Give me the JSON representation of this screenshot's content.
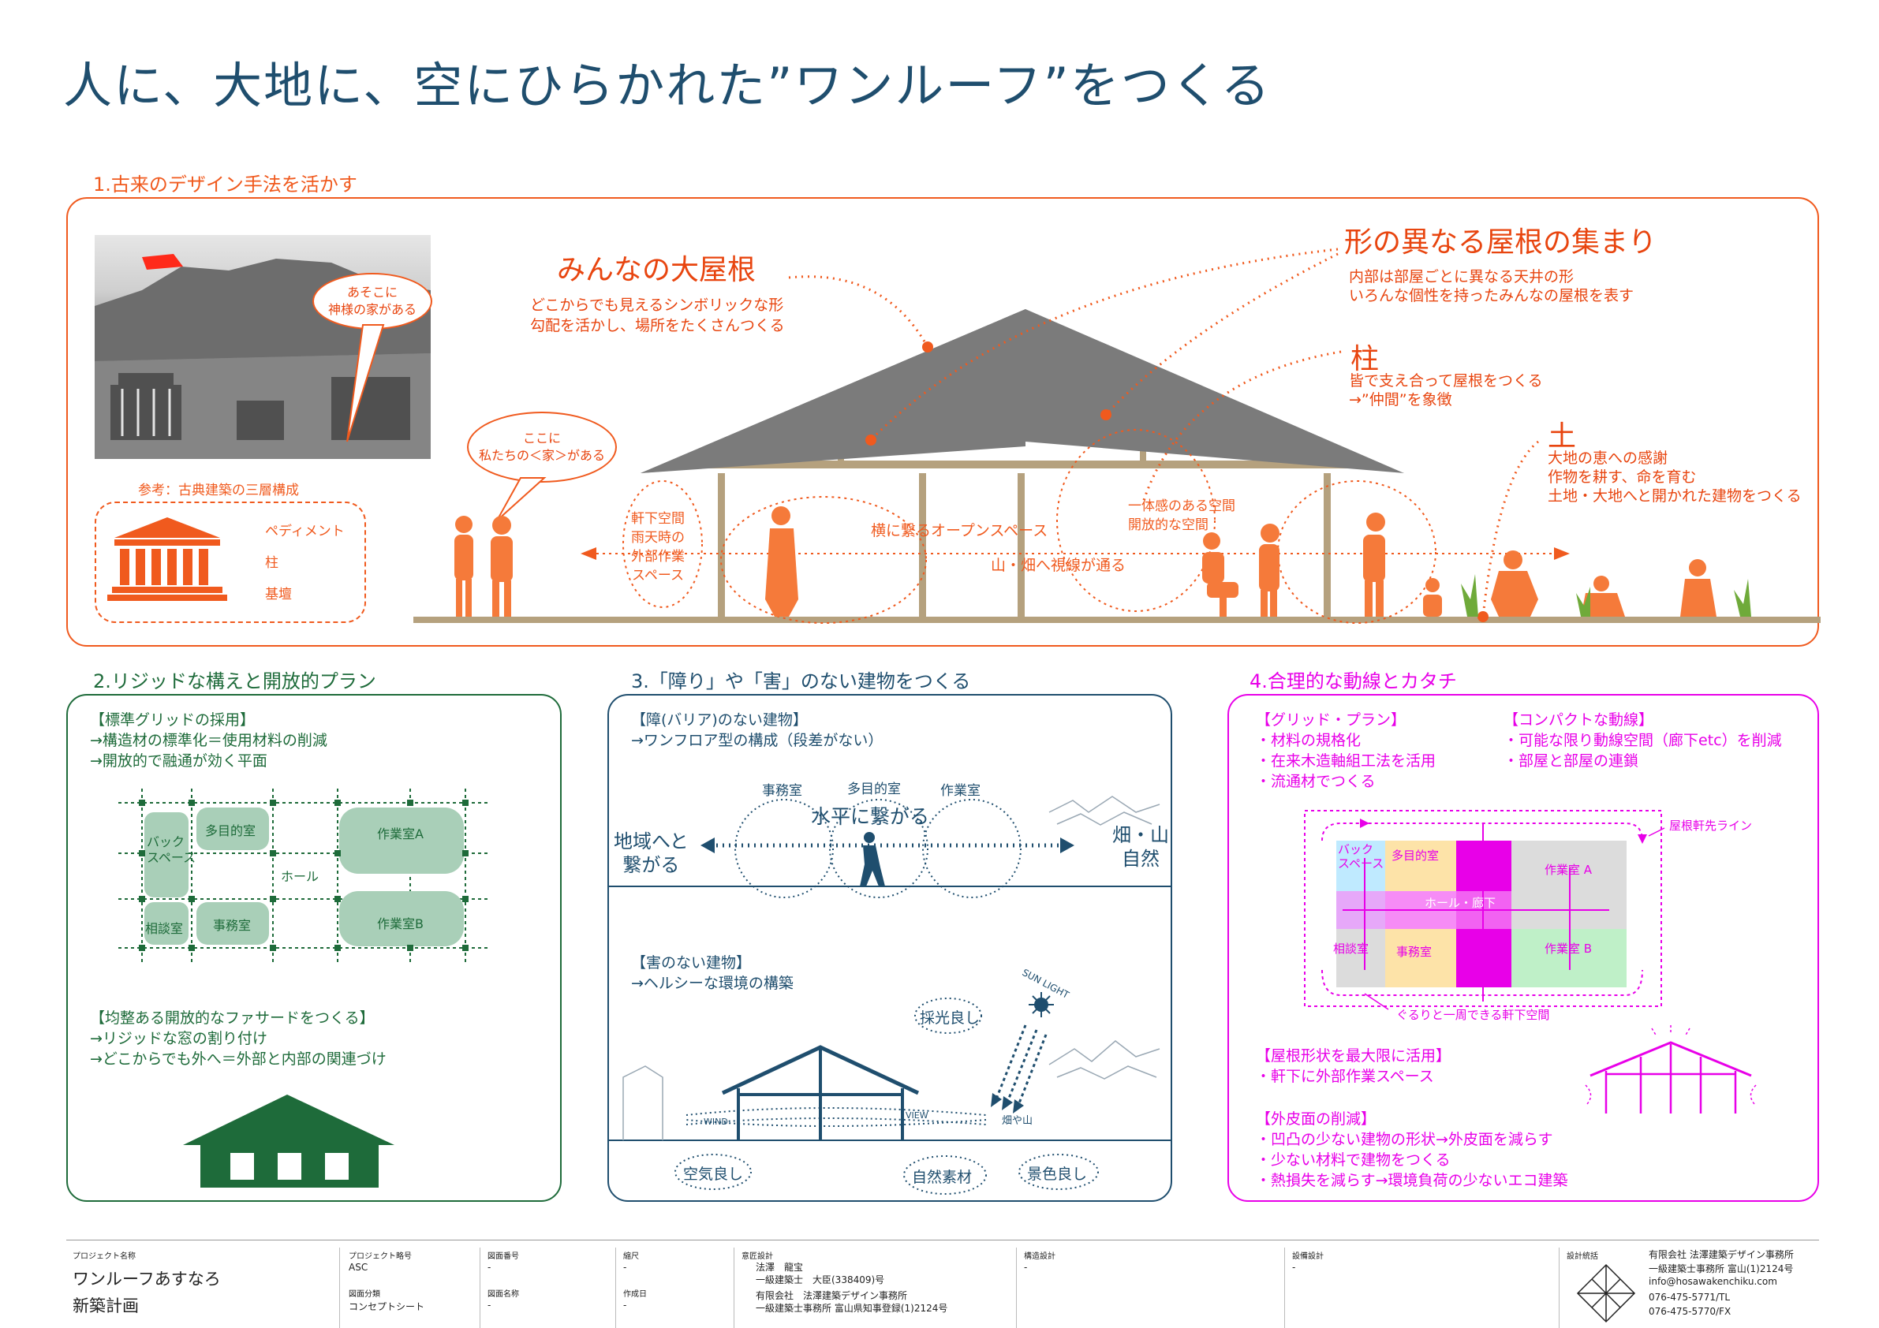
{
  "title": "人に、大地に、空にひらかれた”ワンルーフ”をつくる",
  "sec1": {
    "heading": "1.古来のデザイン手法を活かす",
    "bubble_kami": "あそこに\n神様の家がある",
    "bubble_ie": "ここに\n私たちの＜家＞がある",
    "sankou": "参考：古典建築の三層構成",
    "pediment": "ペディメント",
    "hashira": "柱",
    "kidan": "基壇",
    "oyane_title": "みんなの大屋根",
    "oyane_l1": "どこからでも見えるシンボリックな形",
    "oyane_l2": "勾配を活かし、場所をたくさんつくる",
    "yane_title": "形の異なる屋根の集まり",
    "yane_l1": "内部は部屋ごとに異なる天井の形",
    "yane_l2": "いろんな個性を持ったみんなの屋根を表す",
    "hashira_title": "柱",
    "hashira_l1": "皆で支え合って屋根をつくる",
    "hashira_l2": "→”仲間”を象徴",
    "tsuchi_title": "土",
    "tsuchi_l1": "大地の恵への感謝",
    "tsuchi_l2": "作物を耕す、命を育む",
    "tsuchi_l3": "土地・大地へと開かれた建物をつくる",
    "nokishita": "軒下空間\n雨天時の\n外部作業\nスペース",
    "yoko": "横に繋るオープンスペース",
    "yama": "山・畑へ視線が通る",
    "ittai": "一体感のある空間\n開放的な空間"
  },
  "sec2": {
    "heading": "2.リジッドな構えと開放的プラン",
    "h1": "【標準グリッドの採用】",
    "l1": "→構造材の標準化＝使用材料の削減",
    "l2": "→開放的で融通が効く平面",
    "rooms": {
      "back": "バック\nスペース",
      "tamoku": "多目的室",
      "hall": "ホール",
      "sagyoA": "作業室A",
      "sagyoB": "作業室B",
      "soudan": "相談室",
      "jimu": "事務室"
    },
    "h2": "【均整ある開放的なファサードをつくる】",
    "l3": "→リジッドな窓の割り付け",
    "l4": "→どこからでも外へ＝外部と内部の関連づけ"
  },
  "sec3": {
    "heading": "3.「障り」や「害」のない建物をつくる",
    "h1": "【障(バリア)のない建物】",
    "l1": "→ワンフロア型の構成（段差がない）",
    "jimu": "事務室",
    "tamoku": "多目的室",
    "sagyo": "作業室",
    "suihei": "水平に繋がる",
    "chiiki": "地域へと\n繋がる",
    "hata": "畑・山\n自然",
    "h2": "【害のない建物】",
    "l2": "→ヘルシーな環境の構築",
    "saikou": "採光良し",
    "sunlight": "SUN LIGHT",
    "wind": "WIND",
    "view": "VIEW",
    "hatayama": "畑や山",
    "kuuki": "空気良し",
    "shizen": "自然素材",
    "keshiki": "景色良し"
  },
  "sec4": {
    "heading": "4.合理的な動線とカタチ",
    "h1": "【グリッド・プラン】",
    "g1": "・材料の規格化",
    "g2": "・在来木造軸組工法を活用",
    "g3": "・流通材でつくる",
    "h2": "【コンパクトな動線】",
    "c1": "・可能な限り動線空間（廊下etc）を削減",
    "c2": "・部屋と部屋の連鎖",
    "noki_line": "屋根軒先ライン",
    "rooms": {
      "back": "バック\nスペース",
      "tamoku": "多目的室",
      "hall": "ホール・廊下",
      "sagyoA": "作業室 A",
      "sagyoB": "作業室 B",
      "soudan": "相談室",
      "jimu": "事務室"
    },
    "guruguru": "ぐるりと一周できる軒下空間",
    "h3": "【屋根形状を最大限に活用】",
    "y1": "・軒下に外部作業スペース",
    "h4": "【外皮面の削減】",
    "s1": "・凹凸の少ない建物の形状→外皮面を減らす",
    "s2": "・少ない材料で建物をつくる",
    "s3": "・熱損失を減らす→環境負荷の少ないエコ建築"
  },
  "footer": {
    "proj_name_lbl": "プロジェクト名称",
    "proj_name_1": "ワンルーフあすなろ",
    "proj_name_2": "新築計画",
    "proj_code_lbl": "プロジェクト略号",
    "proj_code": "ASC",
    "fig_type_lbl": "図面分類",
    "fig_type": "コンセプトシート",
    "fig_no_lbl": "図面番号",
    "fig_no": "-",
    "fig_name_lbl": "図面名称",
    "fig_name": "-",
    "scale_lbl": "縮尺",
    "scale": "-",
    "date_lbl": "作成日",
    "date": "-",
    "design_lbl": "意匠設計",
    "design_1": "法澤　龍宝",
    "design_2": "一級建築士　大臣(338409)号",
    "design_3": "有限会社　法澤建築デザイン事務所",
    "design_4": "一級建築士事務所 富山県知事登録(1)2124号",
    "struct_lbl": "構造設計",
    "struct": "-",
    "equip_lbl": "設備設計",
    "equip": "-",
    "office_lbl": "設計統括",
    "office_1": "有限会社 法澤建築デザイン事務所",
    "office_2": "一級建築士事務所 富山(1)2124号",
    "office_3": "info@hosawakenchiku.com",
    "office_4": "076-475-5771/TL",
    "office_5": "076-475-5770/FX"
  }
}
